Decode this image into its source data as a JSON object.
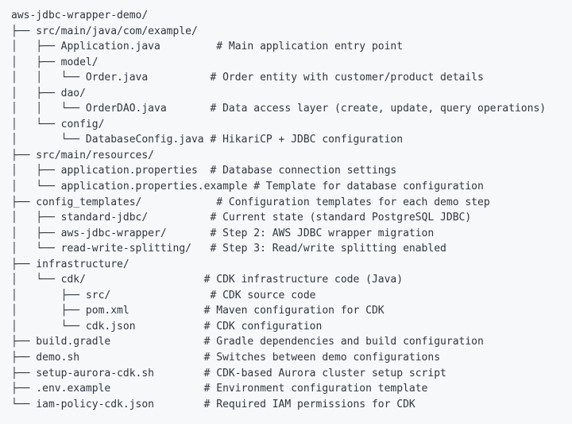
{
  "colors": {
    "background": "#f6f8fa",
    "text": "#30363d"
  },
  "code_block": {
    "kind": "file-tree",
    "root_name": "aws-jdbc-wrapper-demo/",
    "lines": [
      "aws-jdbc-wrapper-demo/",
      "├── src/main/java/com/example/",
      "│   ├── Application.java         # Main application entry point",
      "│   ├── model/",
      "│   │   └── Order.java          # Order entity with customer/product details",
      "│   ├── dao/",
      "│   │   └── OrderDAO.java       # Data access layer (create, update, query operations)",
      "│   └── config/",
      "│       └── DatabaseConfig.java # HikariCP + JDBC configuration",
      "├── src/main/resources/",
      "│   ├── application.properties  # Database connection settings",
      "│   └── application.properties.example # Template for database configuration",
      "├── config_templates/            # Configuration templates for each demo step",
      "│   ├── standard-jdbc/          # Current state (standard PostgreSQL JDBC)",
      "│   ├── aws-jdbc-wrapper/       # Step 2: AWS JDBC wrapper migration",
      "│   └── read-write-splitting/   # Step 3: Read/write splitting enabled",
      "├── infrastructure/",
      "│   └── cdk/                   # CDK infrastructure code (Java)",
      "│       ├── src/                # CDK source code",
      "│       ├── pom.xml            # Maven configuration for CDK",
      "│       └── cdk.json           # CDK configuration",
      "├── build.gradle               # Gradle dependencies and build configuration",
      "├── demo.sh                    # Switches between demo configurations",
      "├── setup-aurora-cdk.sh        # CDK-based Aurora cluster setup script",
      "├── .env.example               # Environment configuration template",
      "└── iam-policy-cdk.json        # Required IAM permissions for CDK"
    ]
  }
}
